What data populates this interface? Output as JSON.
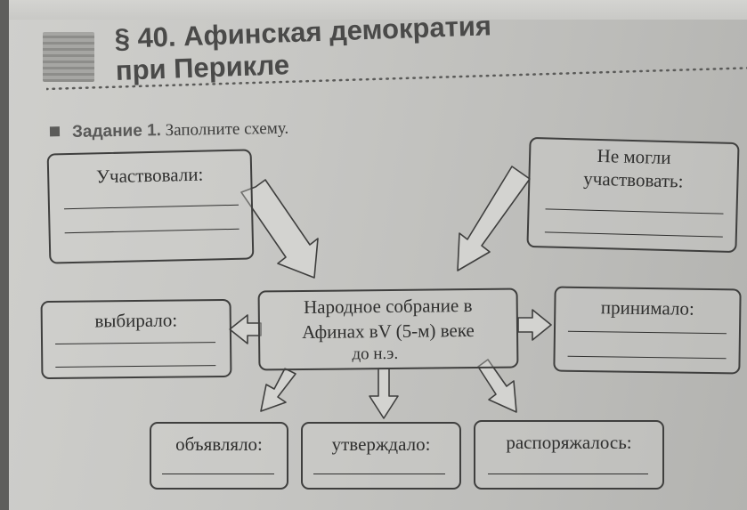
{
  "header": {
    "section": "§ 40. Афинская демократия",
    "section_line2": "при Перикле"
  },
  "task": {
    "label": "Задание 1.",
    "text": "Заполните схему."
  },
  "scheme": {
    "center": {
      "line1": "Народное собрание в",
      "line2": "Афинах вV (5-м) веке",
      "line3": "до н.э."
    },
    "participated": "Участвовали:",
    "could_not_line1": "Не могли",
    "could_not_line2": "участвовать:",
    "elected": "выбирало:",
    "adopted": "принимало:",
    "declared": "объявляло:",
    "approved": "утверждало:",
    "managed": "распоряжалось:"
  }
}
